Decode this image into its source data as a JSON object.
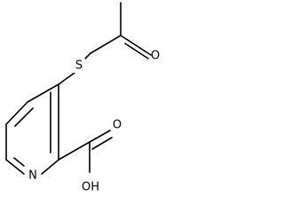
{
  "molecule": {
    "atoms": {
      "sulfur": "S",
      "ketone_oxygen": "O",
      "ring_nitrogen": "N",
      "carbonyl_oxygen": "O",
      "hydroxyl": "OH"
    }
  }
}
